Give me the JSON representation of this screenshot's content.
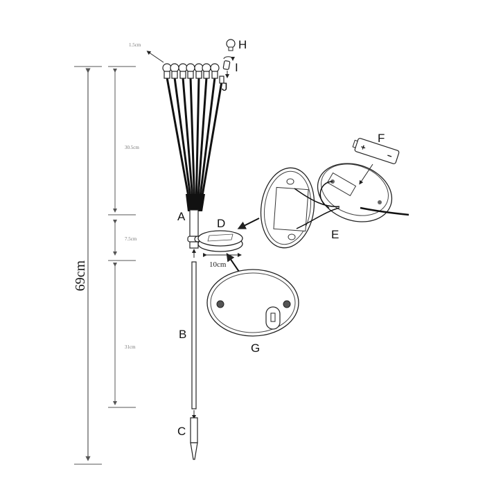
{
  "labels": {
    "A": "A",
    "B": "B",
    "C": "C",
    "D": "D",
    "E": "E",
    "F": "F",
    "G": "G",
    "H": "H",
    "I": "I",
    "J": "J"
  },
  "dimensions": {
    "bulb": "1.5cm",
    "fiber_head": "30.5cm",
    "connector": "7.5cm",
    "stake_pole": "31cm",
    "total": "69cm",
    "panel_width": "10cm"
  },
  "battery": {
    "plus": "+",
    "minus": "−"
  },
  "colors": {
    "line": "#111111",
    "dimension_line": "#777777",
    "background": "#ffffff"
  }
}
